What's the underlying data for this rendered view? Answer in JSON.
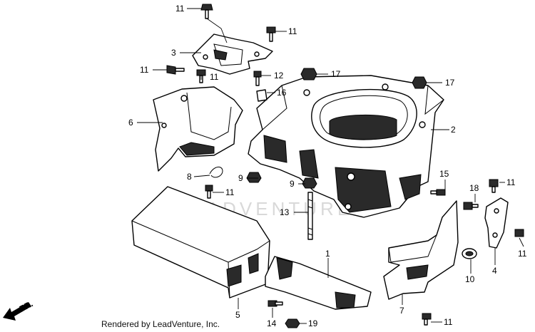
{
  "watermark": "LEADVENTURE",
  "direction_label": "FR.",
  "footer_credit": "Rendered by LeadVenture, Inc.",
  "callouts": [
    {
      "id": "c11a",
      "number": "11"
    },
    {
      "id": "c11b",
      "number": "11"
    },
    {
      "id": "c3",
      "number": "3"
    },
    {
      "id": "c11c",
      "number": "11"
    },
    {
      "id": "c11d",
      "number": "11"
    },
    {
      "id": "c12",
      "number": "12"
    },
    {
      "id": "c17a",
      "number": "17"
    },
    {
      "id": "c17b",
      "number": "17"
    },
    {
      "id": "c16",
      "number": "16"
    },
    {
      "id": "c6",
      "number": "6"
    },
    {
      "id": "c2",
      "number": "2"
    },
    {
      "id": "c8",
      "number": "8"
    },
    {
      "id": "c9a",
      "number": "9"
    },
    {
      "id": "c9b",
      "number": "9"
    },
    {
      "id": "c11e",
      "number": "11"
    },
    {
      "id": "c15",
      "number": "15"
    },
    {
      "id": "c18",
      "number": "18"
    },
    {
      "id": "c11f",
      "number": "11"
    },
    {
      "id": "c13",
      "number": "13"
    },
    {
      "id": "c11g",
      "number": "11"
    },
    {
      "id": "c1",
      "number": "1"
    },
    {
      "id": "c4",
      "number": "4"
    },
    {
      "id": "c10",
      "number": "10"
    },
    {
      "id": "c5",
      "number": "5"
    },
    {
      "id": "c14",
      "number": "14"
    },
    {
      "id": "c19",
      "number": "19"
    },
    {
      "id": "c7",
      "number": "7"
    },
    {
      "id": "c11h",
      "number": "11"
    }
  ]
}
